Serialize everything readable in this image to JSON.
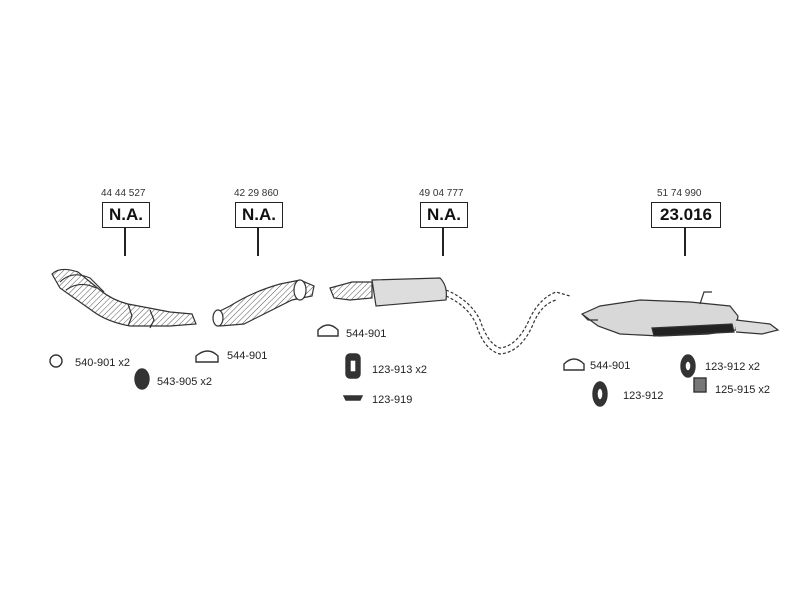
{
  "groups": [
    {
      "oem": "44 44 527",
      "code": "N.A."
    },
    {
      "oem": "42 29 860",
      "code": "N.A."
    },
    {
      "oem": "49 04 777",
      "code": "N.A."
    },
    {
      "oem": "51 74 990",
      "code": "23.016"
    }
  ],
  "parts": {
    "g1_clamp": "540-901 x2",
    "g1_gasket": "543-905 x2",
    "g2_clamp": "544-901",
    "g3_clamp": "544-901",
    "g3_hanger": "123-913 x2",
    "g3_strap": "123-919",
    "g4_clamp": "544-901",
    "g4_ring": "123-912",
    "g4_ring_x2": "123-912 x2",
    "g4_bracket": "125-915 x2"
  }
}
